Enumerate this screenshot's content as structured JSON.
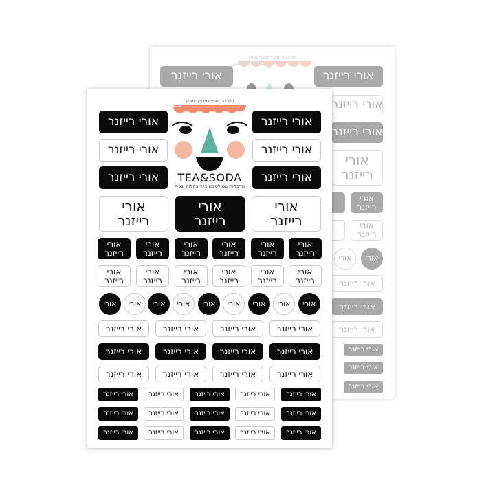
{
  "product": {
    "brand": "TEA&SODA",
    "tagline": "מדבקות שם לסימון ציוד בקלות ובכיף",
    "top_note": "הפכו כל חפץ לפרצוף מחייך",
    "name_single": "אורי רייזנר",
    "name_first": "אורי",
    "name_last": "רייזנר"
  },
  "colors": {
    "black": "#0b0b0b",
    "white": "#ffffff",
    "gray": "#a9a9a9",
    "peach": "#f4b8a0",
    "coral": "#f28a6e",
    "teal": "#5bb3a0"
  },
  "icons": {
    "face_illustration": "smiling-face-icon"
  }
}
